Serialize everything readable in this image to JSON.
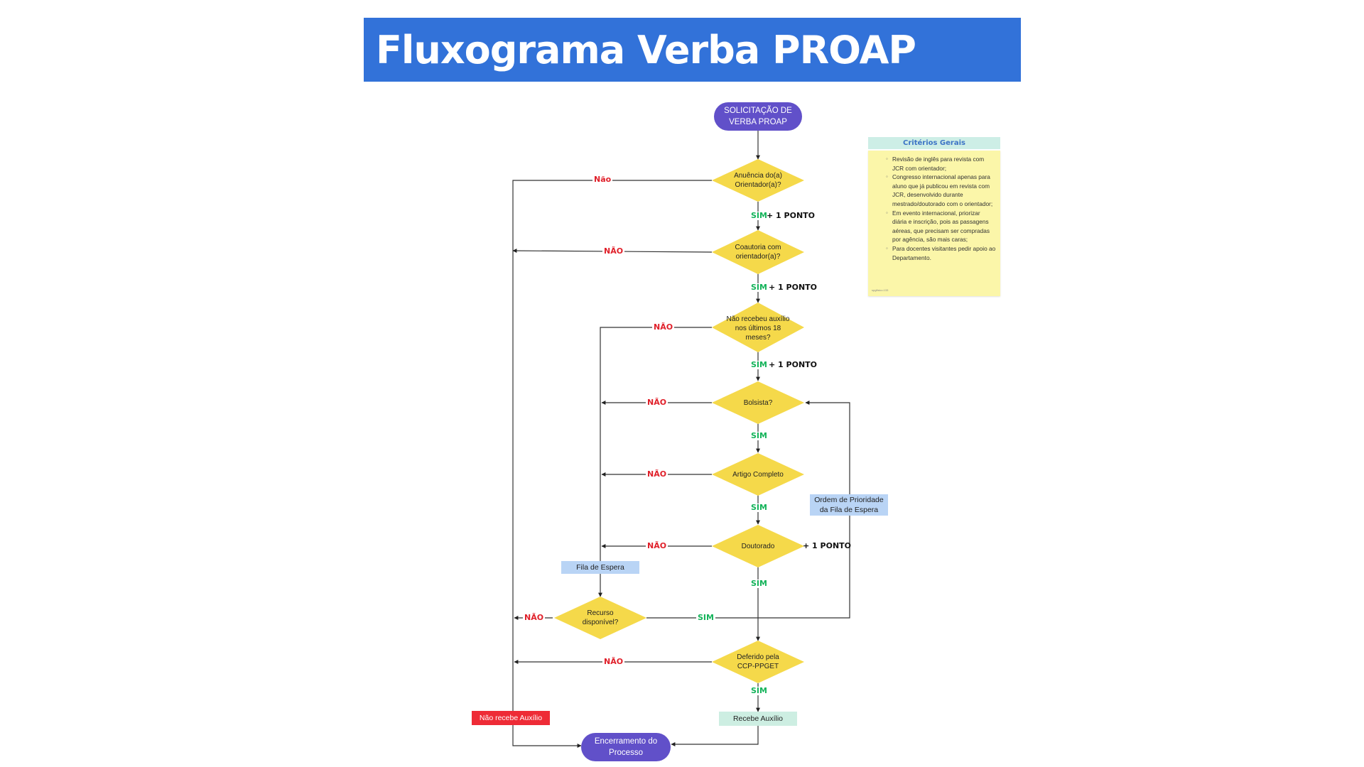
{
  "title": "Fluxograma Verba PROAP",
  "nodes": {
    "start": "SOLICITAÇÃO DE VERBA PROAP",
    "q_anuencia": "Anuência do(a) Orientador(a)?",
    "q_coautoria": "Coautoria com orientador(a)?",
    "q_auxilio": "Não recebeu auxílio nos últimos 18 meses?",
    "q_bolsista": "Bolsista?",
    "q_artigo": "Artigo Completo",
    "q_doutorado": "Doutorado",
    "q_recurso": "Recurso disponível?",
    "q_deferido": "Deferido pela CCP-PPGET",
    "fila_espera": "Fila de Espera",
    "ordem_prioridade": "Ordem de Prioridade da Fila de Espera",
    "nao_recebe": "Não recebe Auxílio",
    "recebe": "Recebe Auxílio",
    "end": "Encerramento do Processo"
  },
  "labels": {
    "nao_first": "Não",
    "nao": "NÃO",
    "sim": "SIM",
    "ponto": "+ 1 PONTO"
  },
  "criterios": {
    "title": "Critérios Gerais",
    "items": [
      " Revisão de inglês para revista com JCR com orientador;",
      "Congresso internacional apenas para aluno que já publicou em revista com JCR, desenvolvido durante mestrado/doutorado com o orientador;",
      "Em evento internacional, priorizar diária e inscrição, pois as passagens aéreas, que precisam ser compradas por agência, são mais caras;",
      "Para docentes visitantes pedir apoio ao Departamento."
    ],
    "footnote": "spgfisico.133"
  },
  "colors": {
    "title_bg": "#3272d9",
    "terminal": "#6150c9",
    "decision": "#f5d94a",
    "nao": "#e0202a",
    "sim": "#14b35a",
    "fila": "#b9d4f5",
    "nao_recebe": "#ee2b36",
    "recebe": "#cdeee2",
    "note": "#fbf6a9"
  }
}
